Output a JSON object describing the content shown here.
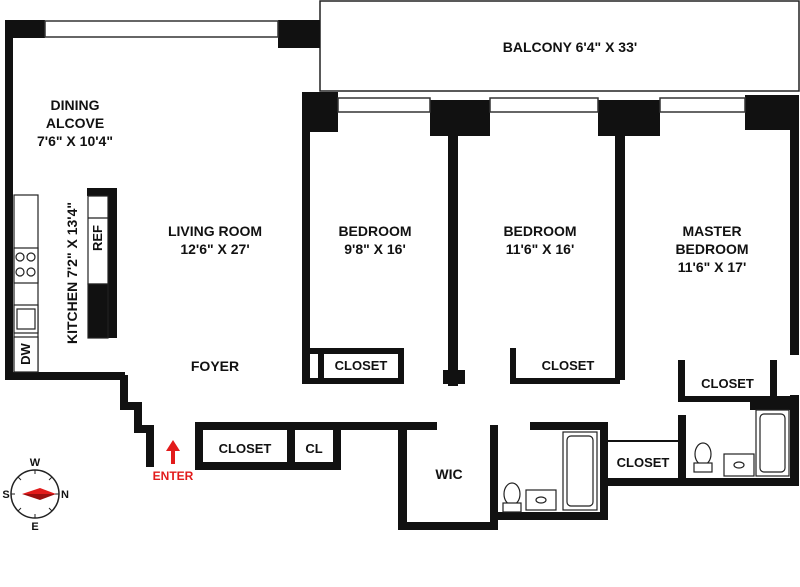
{
  "labels": {
    "balcony": "BALCONY 6'4\" X 33'",
    "dining_line1": "DINING",
    "dining_line2": "ALCOVE",
    "dining_dims": "7'6\" X 10'4\"",
    "living_name": "LIVING ROOM",
    "living_dims": "12'6\" X 27'",
    "bedroom1_name": "BEDROOM",
    "bedroom1_dims": "9'8\" X 16'",
    "bedroom2_name": "BEDROOM",
    "bedroom2_dims": "11'6\" X 16'",
    "master_line1": "MASTER",
    "master_line2": "BEDROOM",
    "master_dims": "11'6\" X 17'",
    "kitchen": "KITCHEN 7'2\" X 13'4\"",
    "ref": "REF",
    "dw": "DW",
    "foyer": "FOYER",
    "closet_bed1": "CLOSET",
    "closet_bed2": "CLOSET",
    "closet_master": "CLOSET",
    "closet_entry": "CLOSET",
    "cl": "CL",
    "closet_hall": "CLOSET",
    "wic": "WIC",
    "enter": "ENTER"
  },
  "compass": {
    "n": "N",
    "s": "S",
    "e": "E",
    "w": "W"
  },
  "colors": {
    "wall": "#111111",
    "enter_arrow": "#e21b1b",
    "compass_needle": "#e21b1b"
  }
}
